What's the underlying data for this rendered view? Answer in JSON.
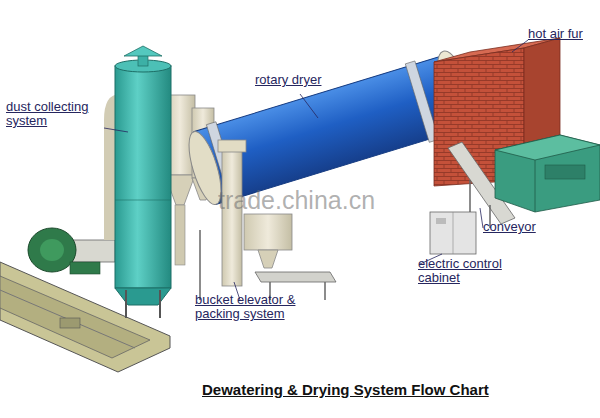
{
  "diagram": {
    "title": "Dewatering & Drying System Flow Chart",
    "labels": [
      "hot air fur",
      "rotary dryer",
      "dust collecting system",
      "conveyor",
      "electric control cabinet",
      "bucket elevator & packing system",
      "trade.china.cn"
    ]
  }
}
